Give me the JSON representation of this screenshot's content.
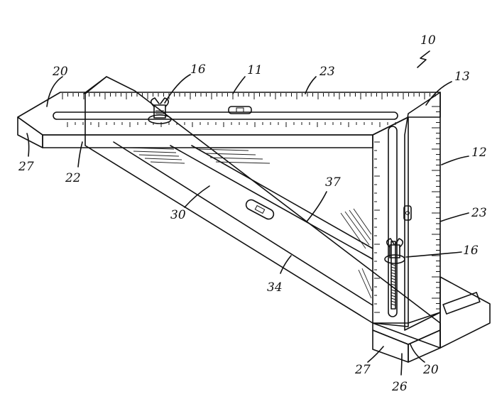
{
  "figure": {
    "labels": {
      "ref_10": "10",
      "ref_20_top": "20",
      "ref_16_top": "16",
      "ref_11": "11",
      "ref_23_top": "23",
      "ref_13": "13",
      "ref_12": "12",
      "ref_23_right": "23",
      "ref_27_left": "27",
      "ref_22": "22",
      "ref_37": "37",
      "ref_30": "30",
      "ref_16_right": "16",
      "ref_34": "34",
      "ref_27_bottom": "27",
      "ref_20_bottom": "20",
      "ref_26": "26"
    }
  }
}
